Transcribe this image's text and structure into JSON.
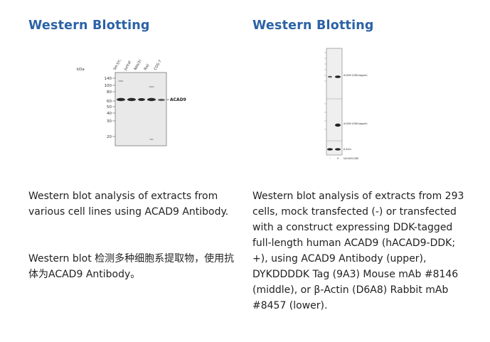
{
  "left_panel": {
    "heading": "Western Blotting",
    "blot": {
      "unit_label": "kDa",
      "lane_labels": [
        "SH-SY5Y",
        "Jurkat",
        "NIH/3T3",
        "Raji",
        "COS-7"
      ],
      "mw_markers": [
        "140",
        "100",
        "80",
        "60",
        "50",
        "40",
        "30",
        "20"
      ],
      "target_label": "ACAD9"
    },
    "caption_en": "Western blot analysis of extracts from various cell lines using ACAD9 Antibody.",
    "caption_zh": "Western blot 检测多种细胞系提取物，使用抗体为ACAD9 Antibody。"
  },
  "right_panel": {
    "heading": "Western Blotting",
    "blot": {
      "band_labels": [
        "ACAD9 (DDK-tagged)",
        "ACAD9 (DDK-tagged)",
        "β-Actin"
      ],
      "lane_signs": [
        "-",
        "+"
      ],
      "lane_caption": "hACAD9-DDK"
    },
    "caption": "Western blot analysis of extracts from 293 cells, mock transfected (-) or transfected with a construct expressing DDK-tagged full-length human ACAD9 (hACAD9-DDK; +), using ACAD9 Antibody (upper), DYKDDDDK Tag (9A3) Mouse mAb #8146 (middle), or β-Actin (D6A8) Rabbit mAb #8457 (lower)."
  }
}
